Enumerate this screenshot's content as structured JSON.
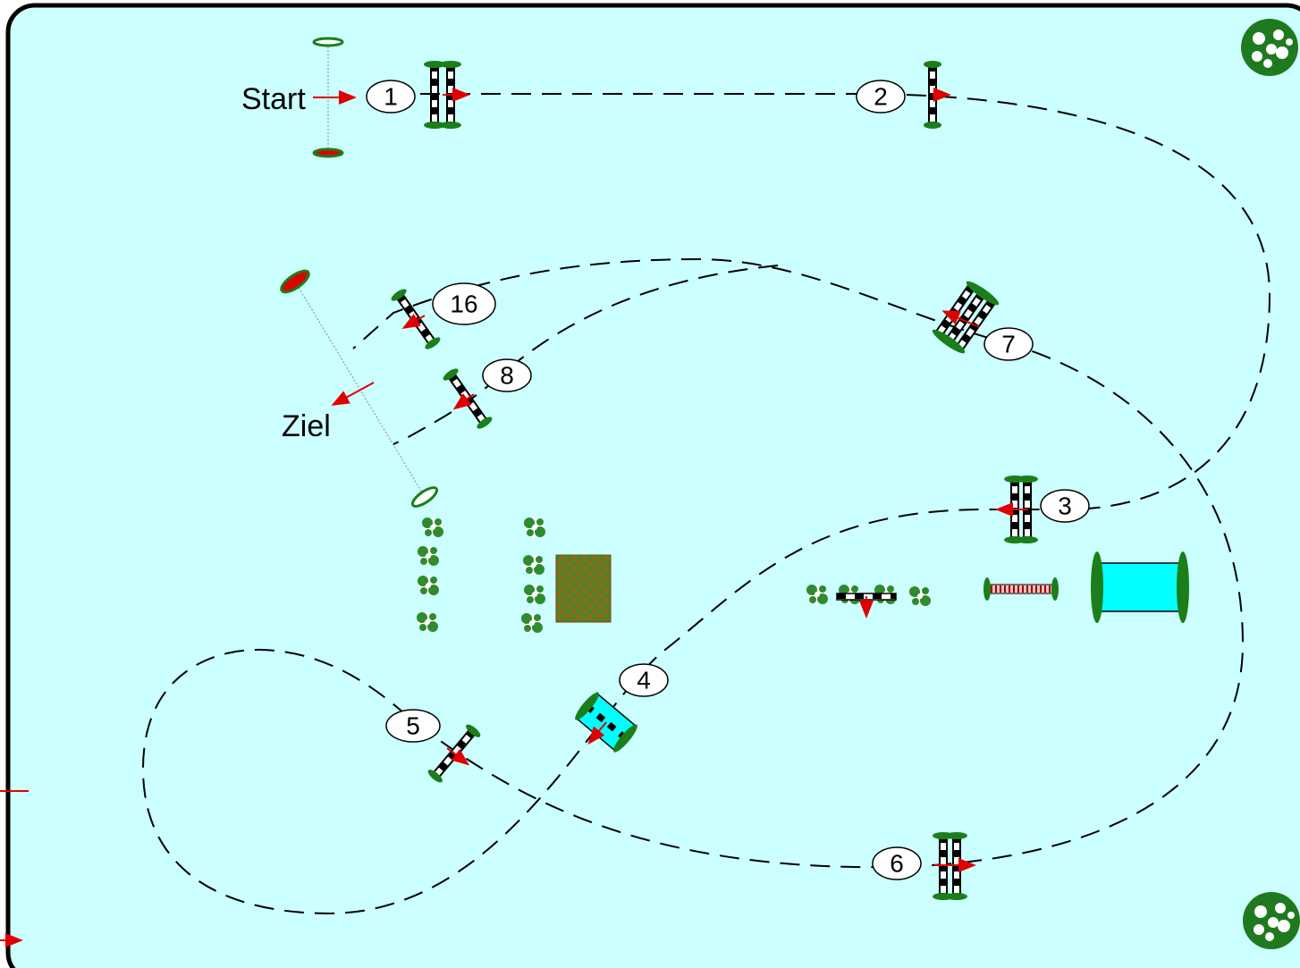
{
  "course": {
    "start_label": "Start",
    "finish_label": "Ziel",
    "colors": {
      "arena_fill": "#ccffff",
      "arena_border": "#000000",
      "pole_green": "#1a7f1a",
      "direction_arrow": "#e00000",
      "water_fill": "#00ffff",
      "wall_fill": "#8b6b1a"
    },
    "obstacles": [
      {
        "number": "1",
        "type": "oxer"
      },
      {
        "number": "2",
        "type": "vertical"
      },
      {
        "number": "3",
        "type": "oxer"
      },
      {
        "number": "4",
        "type": "water-vertical"
      },
      {
        "number": "5",
        "type": "vertical"
      },
      {
        "number": "6",
        "type": "oxer"
      },
      {
        "number": "7",
        "type": "triple-bar"
      },
      {
        "number": "8",
        "type": "vertical"
      },
      {
        "number": "16",
        "type": "vertical"
      }
    ],
    "decorations": [
      "flower-bush-icon",
      "hedge-wall",
      "water-ditch",
      "pole-rack"
    ]
  }
}
